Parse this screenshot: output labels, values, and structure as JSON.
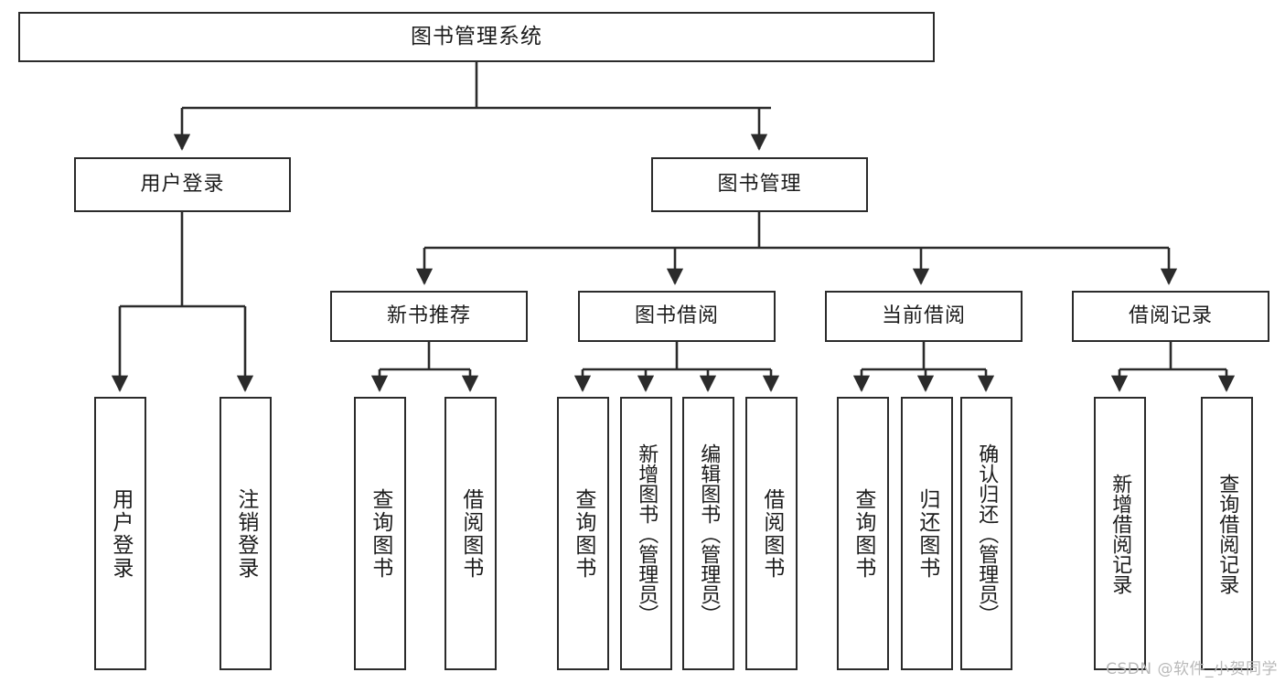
{
  "diagram": {
    "title": "图书管理系统",
    "type": "tree-hierarchy-chart",
    "root": {
      "label": "图书管理系统"
    },
    "level2": [
      {
        "label": "用户登录"
      },
      {
        "label": "图书管理"
      }
    ],
    "level3": [
      {
        "label": "新书推荐"
      },
      {
        "label": "图书借阅"
      },
      {
        "label": "当前借阅"
      },
      {
        "label": "借阅记录"
      }
    ],
    "leaves": {
      "user_login": [
        {
          "label": "用户登录"
        },
        {
          "label": "注销登录"
        }
      ],
      "new_book_recommend": [
        {
          "label": "查询图书"
        },
        {
          "label": "借阅图书"
        }
      ],
      "book_borrow": [
        {
          "label": "查询图书"
        },
        {
          "label": "新增图书（管理员）"
        },
        {
          "label": "编辑图书（管理员）"
        },
        {
          "label": "借阅图书"
        }
      ],
      "current_borrow": [
        {
          "label": "查询图书"
        },
        {
          "label": "归还图书"
        },
        {
          "label": "确认归还（管理员）"
        }
      ],
      "borrow_record": [
        {
          "label": "新增借阅记录"
        },
        {
          "label": "查询借阅记录"
        }
      ]
    }
  },
  "watermark": {
    "text": "CSDN @软件_小贺同学"
  },
  "colors": {
    "stroke": "#2b2b2b",
    "background": "#ffffff",
    "text": "#1c1c1c",
    "watermark": "#b9b9b9"
  }
}
